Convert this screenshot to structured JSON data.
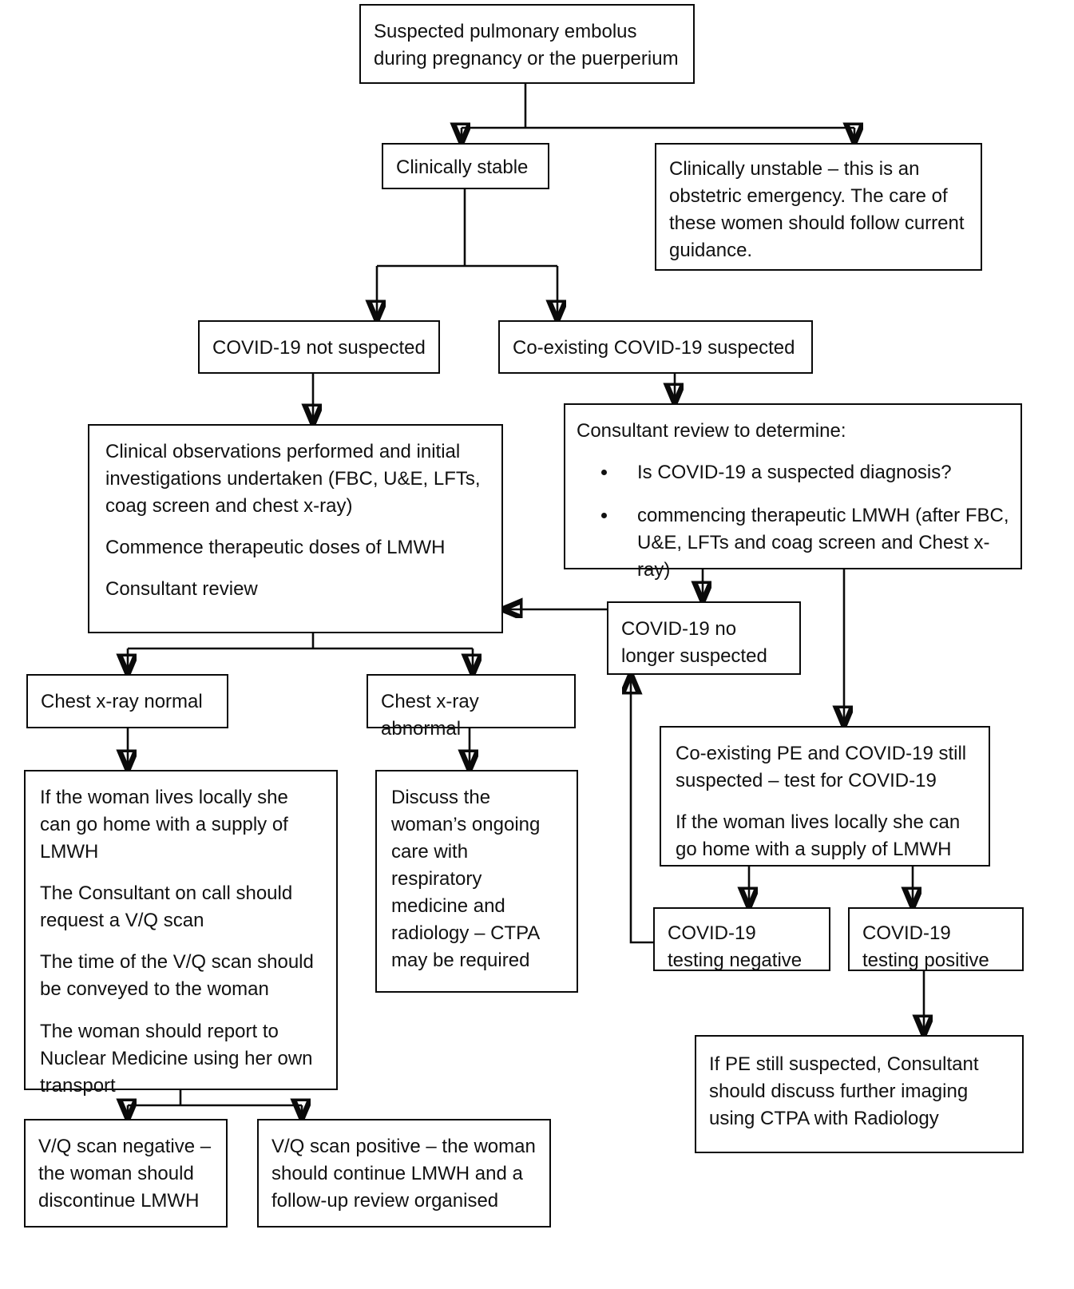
{
  "diagram": {
    "title": "Suspected pulmonary embolus during pregnancy or the puerperium pathway",
    "line_color": "#0a0a0a",
    "box_fill": "#ffffff"
  },
  "nodes": {
    "root": {
      "text": "Suspected pulmonary embolus during pregnancy or the puerperium"
    },
    "clinically_stable": {
      "text": "Clinically stable"
    },
    "clinically_unstable": {
      "text": "Clinically unstable – this is an obstetric emergency. The care of these women should follow current guidance."
    },
    "covid_not_suspected": {
      "text": "COVID-19 not suspected"
    },
    "covid_coexisting_suspected": {
      "text": "Co-existing COVID-19 suspected"
    },
    "clinical_observations": {
      "line1": "Clinical observations performed and initial investigations undertaken (FBC, U&E, LFTs, coag screen and chest x-ray)",
      "line2": "Commence therapeutic doses of LMWH",
      "line3": "Consultant review"
    },
    "consultant_review": {
      "heading": "Consultant review to determine:",
      "bullets": [
        "Is COVID-19 a suspected diagnosis?",
        "commencing therapeutic LMWH (after FBC, U&E, LFTs and coag screen and Chest x-ray)"
      ]
    },
    "covid_no_longer_suspected": {
      "text": "COVID-19 no longer suspected"
    },
    "cxr_normal": {
      "text": "Chest x-ray normal"
    },
    "cxr_abnormal": {
      "text": "Chest x-ray abnormal"
    },
    "home_vq_pathway": {
      "line1": "If the woman lives locally she can go home with a supply of LMWH",
      "line2": "The Consultant on call should request a V/Q scan",
      "line3": "The time of the V/Q scan should be conveyed to the woman",
      "line4": "The woman should report to Nuclear Medicine using her own transport"
    },
    "discuss_ongoing_care": {
      "text": "Discuss the woman’s ongoing care with respiratory medicine and radiology – CTPA may be required"
    },
    "coexisting_pe_covid": {
      "line1": "Co-existing PE and COVID-19 still suspected – test for COVID-19",
      "line2": "If the woman lives locally she can go home with a supply of LMWH"
    },
    "covid_testing_negative": {
      "text": "COVID-19 testing negative"
    },
    "covid_testing_positive": {
      "text": "COVID-19 testing positive"
    },
    "vq_negative": {
      "text": "V/Q scan negative – the woman should discontinue LMWH"
    },
    "vq_positive": {
      "text": "V/Q scan positive – the woman should continue LMWH and a follow-up review organised"
    },
    "pe_still_suspected": {
      "text": "If PE still suspected, Consultant should discuss further imaging using CTPA with Radiology"
    }
  }
}
